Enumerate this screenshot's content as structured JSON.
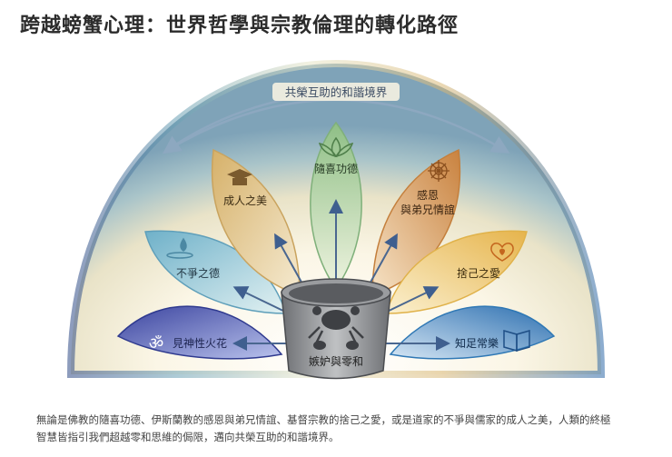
{
  "title": "跨越螃蟹心理：世界哲學與宗教倫理的轉化路徑",
  "arc_label": "共榮互助的和諧境界",
  "center_label": "嫉妒與零和",
  "petals": {
    "bottom_left": "見神性火花",
    "mid_left": "不爭之德",
    "upper_left": "成人之美",
    "top": "隨喜功德",
    "upper_right_line1": "感恩",
    "upper_right_line2": "與弟兄情誼",
    "mid_right": "捨己之愛",
    "bottom_right": "知足常樂"
  },
  "icons": {
    "bottom_left": "om-icon",
    "mid_left": "water-drop-icon",
    "upper_left": "graduation-cap-icon",
    "top": "lotus-icon",
    "upper_right": "mandala-icon",
    "mid_right": "heart-hands-icon",
    "bottom_right": "book-icon",
    "center": "crab-icon"
  },
  "caption": {
    "line1": "無論是佛教的隨喜功德、伊斯蘭教的感恩與弟兄情誼、基督宗教的捨己之愛，或是道家的不爭與儒家的成人之美，人類的終極",
    "line2": "智慧皆指引我們超越零和思維的侷限，邁向共榮互助的和諧境界。"
  },
  "colors": {
    "bottom_left": "#2f3a8f",
    "mid_left": "#5f9fba",
    "upper_left": "#c9a35e",
    "top": "#7fb07a",
    "upper_right": "#c47f3c",
    "mid_right": "#e0b24a",
    "bottom_right": "#2f78b5"
  }
}
